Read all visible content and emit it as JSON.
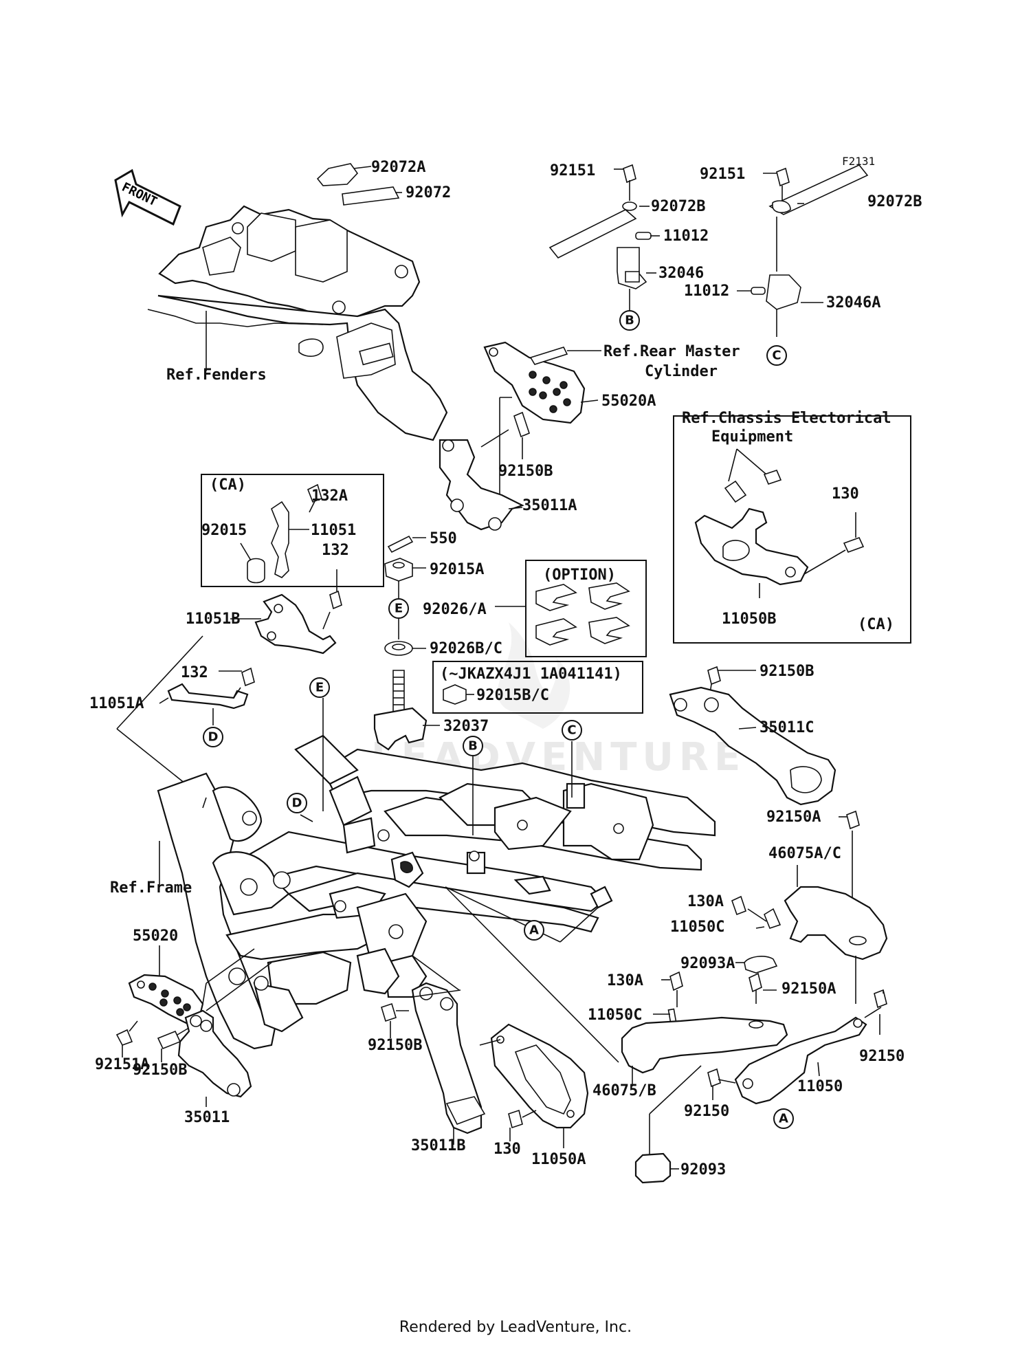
{
  "diagram": {
    "figure_code": "F2131",
    "front_arrow_label": "FRONT",
    "watermark": "LEADVENTURE",
    "footer": "Rendered by LeadVenture, Inc."
  },
  "labels": {
    "p92072A": "92072A",
    "p92072": "92072",
    "p92151_top_left": "92151",
    "p92072B_left": "92072B",
    "p11012_top": "11012",
    "p32046": "32046",
    "p92151_top_right": "92151",
    "p92072B_right": "92072B",
    "p11012_right": "11012",
    "p32046A": "32046A",
    "ref_rear_master_1": "Ref.Rear Master",
    "ref_rear_master_2": "Cylinder",
    "p55020A": "55020A",
    "ref_fenders": "Ref.Fenders",
    "p92150B_upper": "92150B",
    "p35011A": "35011A",
    "ref_chassis_1": "Ref.Chassis Electorical",
    "ref_chassis_2": "Equipment",
    "p130_right": "130",
    "p11050B": "11050B",
    "ca_right": "(CA)",
    "ca_left": "(CA)",
    "p132A": "132A",
    "p92015": "92015",
    "p11051": "11051",
    "p132_upper": "132",
    "p550": "550",
    "p92015A": "92015A",
    "option": "(OPTION)",
    "p92026A": "92026/A",
    "p92026BC": "92026B/C",
    "p11051B": "11051B",
    "serial_note": "(~JKAZX4J1 1A041141)",
    "p92015BC": "92015B/C",
    "p132_lower": "132",
    "p11051A": "11051A",
    "p32037": "32037",
    "p92150B_right": "92150B",
    "p35011C": "35011C",
    "p92150A_top": "92150A",
    "p46075AC": "46075A/C",
    "ref_frame": "Ref.Frame",
    "p130A_upper": "130A",
    "p11050C_upper": "11050C",
    "p55020": "55020",
    "p92093A": "92093A",
    "p130A_lower": "130A",
    "p92150A_lower": "92150A",
    "p11050C_lower": "11050C",
    "p92151A": "92151A",
    "p92150B_left": "92150B",
    "p35011": "35011",
    "p92150B_center": "92150B",
    "p46075B": "46075/B",
    "p92150_right": "92150",
    "p11050": "11050",
    "p92150_center": "92150",
    "p35011B": "35011B",
    "p130_lower": "130",
    "p11050A": "11050A",
    "p92093": "92093"
  },
  "callouts": {
    "B_top": "B",
    "C_top": "C",
    "E_mid": "E",
    "D_left": "D",
    "E_frame": "E",
    "B_frame": "B",
    "C_frame": "C",
    "D_frame": "D",
    "A_frame": "A",
    "A_right": "A"
  }
}
